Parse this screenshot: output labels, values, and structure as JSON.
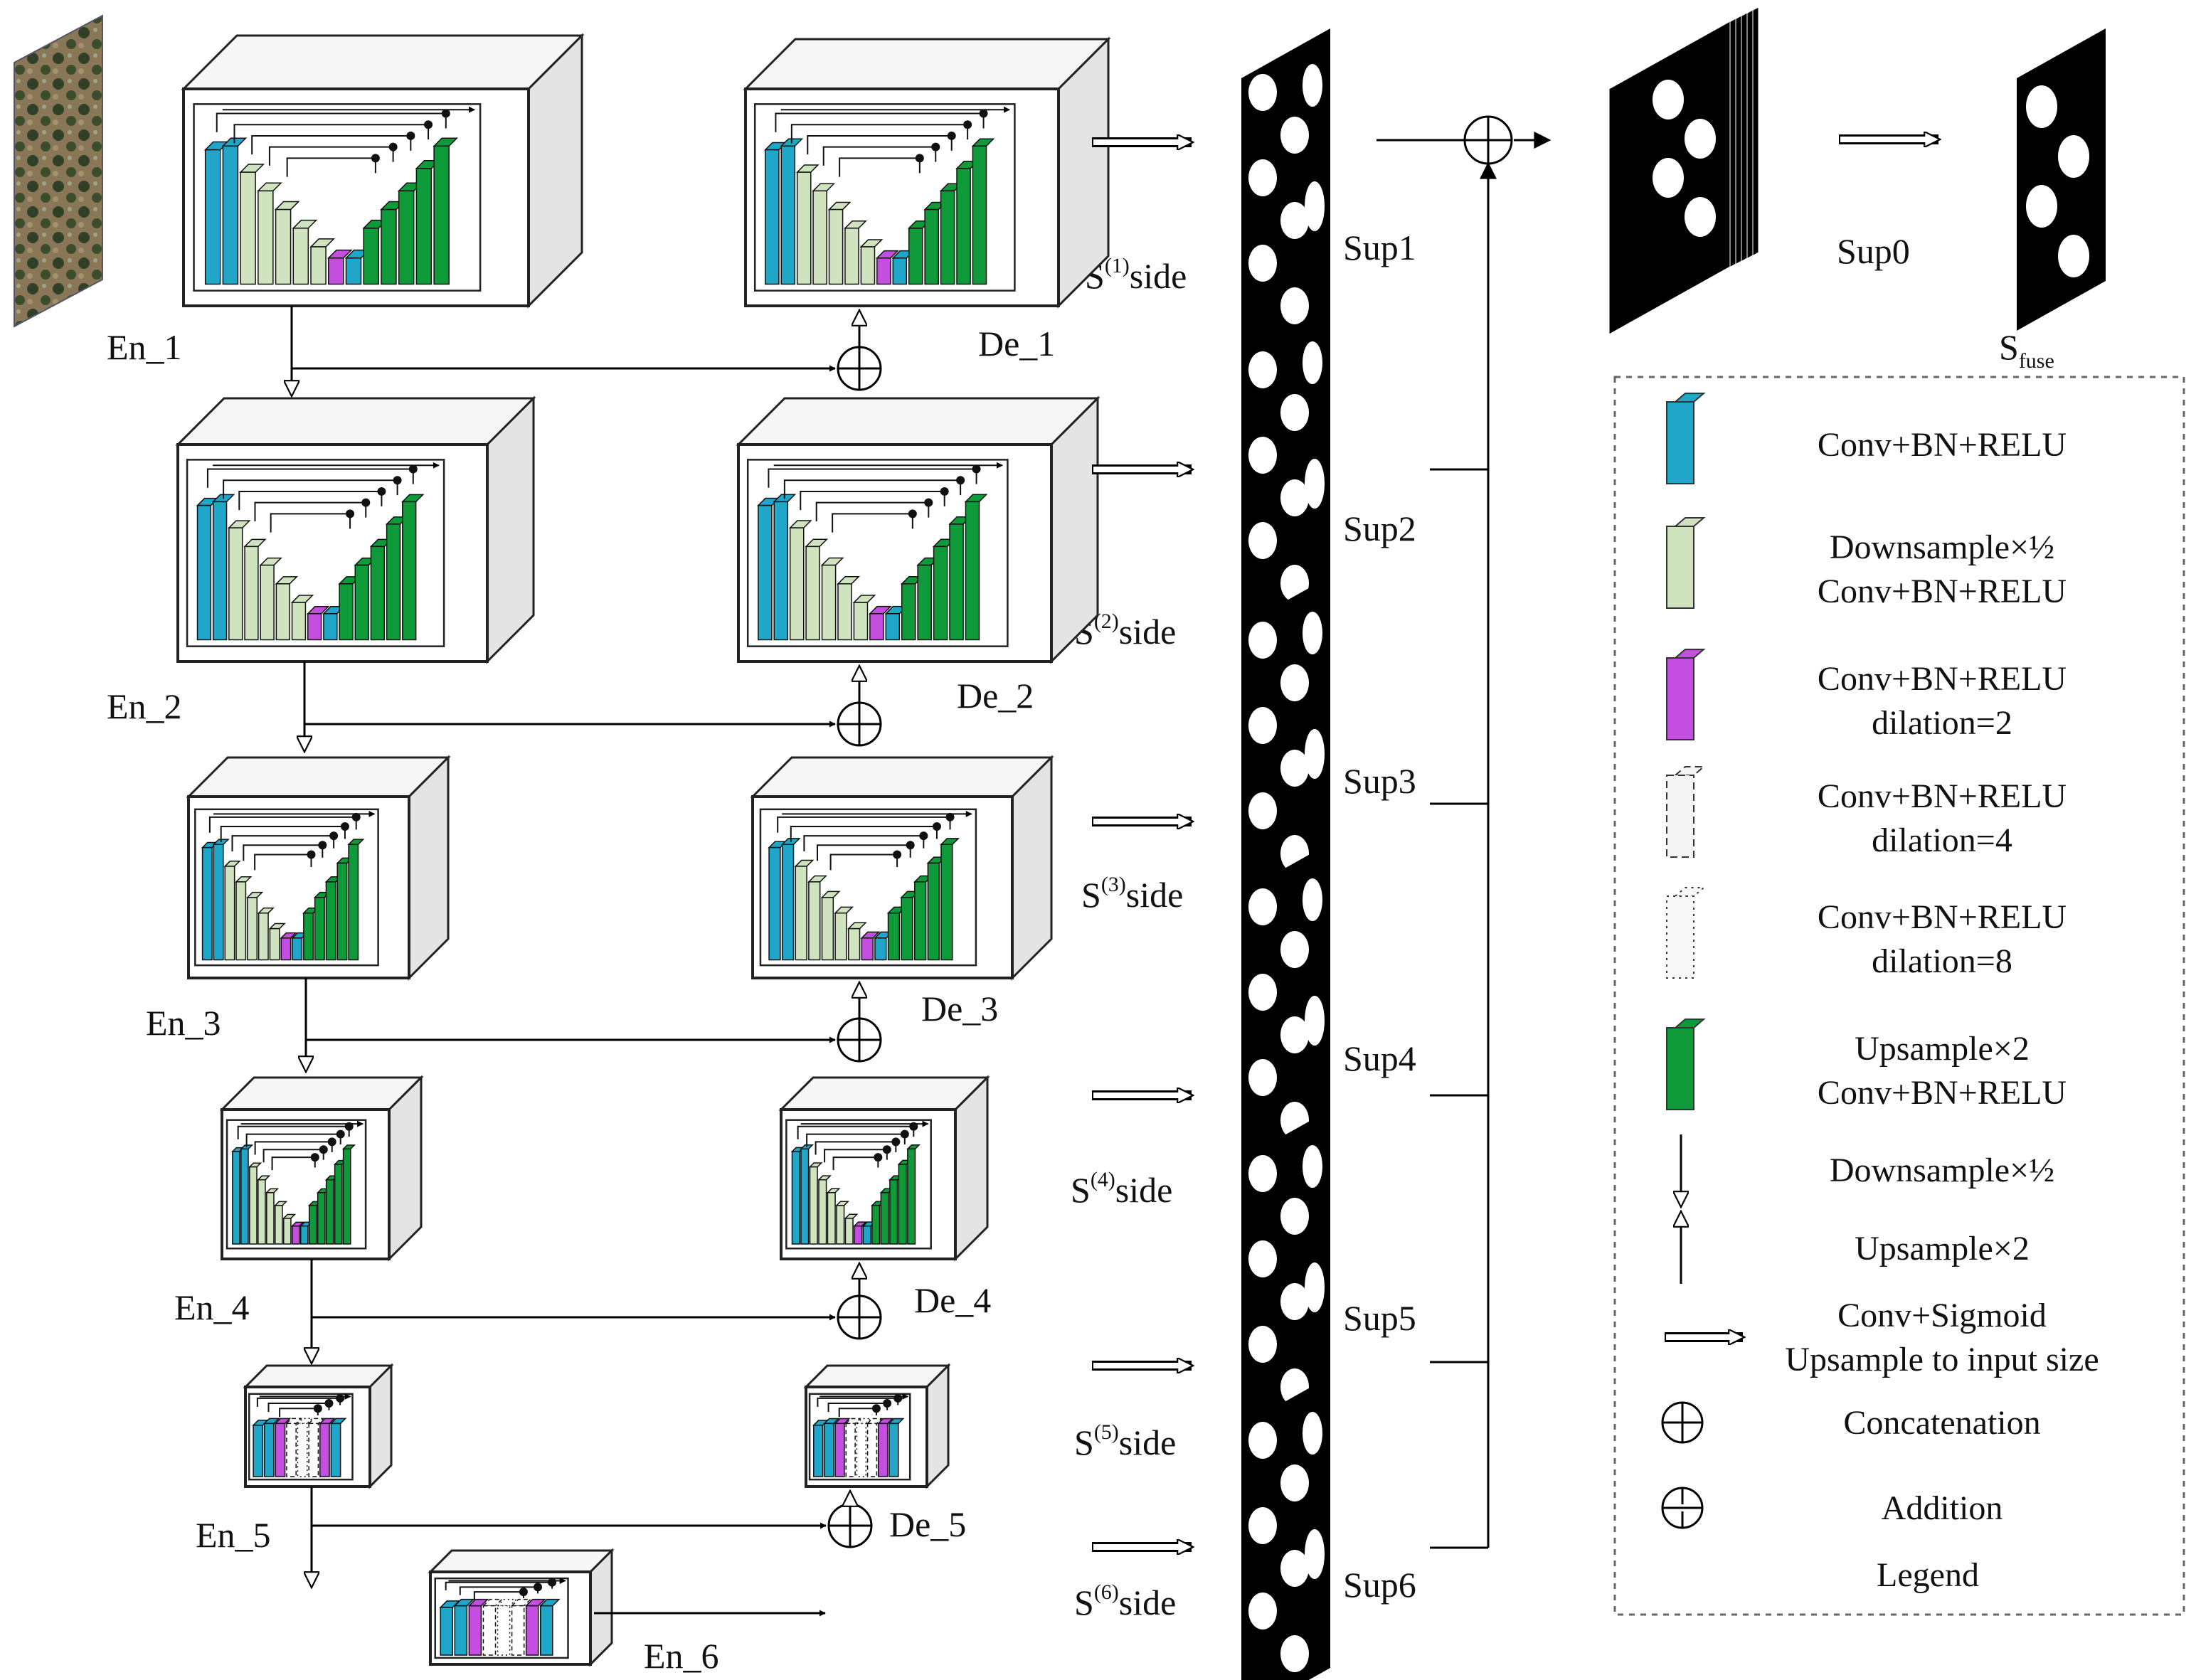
{
  "encoders": [
    {
      "label": "En_1"
    },
    {
      "label": "En_2"
    },
    {
      "label": "En_3"
    },
    {
      "label": "En_4"
    },
    {
      "label": "En_5"
    },
    {
      "label": "En_6"
    }
  ],
  "decoders": [
    {
      "label": "De_1"
    },
    {
      "label": "De_2"
    },
    {
      "label": "De_3"
    },
    {
      "label": "De_4"
    },
    {
      "label": "De_5"
    }
  ],
  "side_outputs": [
    {
      "prefix": "S",
      "index": "(1)",
      "suffix": "side"
    },
    {
      "prefix": "S",
      "index": "(2)",
      "suffix": "side"
    },
    {
      "prefix": "S",
      "index": "(3)",
      "suffix": "side"
    },
    {
      "prefix": "S",
      "index": "(4)",
      "suffix": "side"
    },
    {
      "prefix": "S",
      "index": "(5)",
      "suffix": "side"
    },
    {
      "prefix": "S",
      "index": "(6)",
      "suffix": "side"
    }
  ],
  "sups": [
    {
      "label": "Sup1"
    },
    {
      "label": "Sup2"
    },
    {
      "label": "Sup3"
    },
    {
      "label": "Sup4"
    },
    {
      "label": "Sup5"
    },
    {
      "label": "Sup6"
    }
  ],
  "fusion": {
    "sup0": "Sup0",
    "fuse_main": "S",
    "fuse_sub": "fuse"
  },
  "legend": {
    "title": "Legend",
    "items": [
      {
        "icon": "conv-block-blue-icon",
        "lines": [
          "Conv+BN+RELU"
        ]
      },
      {
        "icon": "conv-block-lightgreen-icon",
        "lines": [
          "Downsample×½",
          "Conv+BN+RELU"
        ]
      },
      {
        "icon": "conv-block-magenta-icon",
        "lines": [
          "Conv+BN+RELU",
          "dilation=2"
        ]
      },
      {
        "icon": "conv-block-dashed-icon",
        "lines": [
          "Conv+BN+RELU",
          "dilation=4"
        ]
      },
      {
        "icon": "conv-block-dotted-icon",
        "lines": [
          "Conv+BN+RELU",
          "dilation=8"
        ]
      },
      {
        "icon": "conv-block-green-icon",
        "lines": [
          "Upsample×2",
          "Conv+BN+RELU"
        ]
      },
      {
        "icon": "down-arrow-icon",
        "lines": [
          "Downsample×½"
        ]
      },
      {
        "icon": "up-arrow-icon",
        "lines": [
          "Upsample×2"
        ]
      },
      {
        "icon": "hollow-right-arrow-icon",
        "lines": [
          "Conv+Sigmoid",
          "Upsample to input size"
        ]
      },
      {
        "icon": "concatenation-icon",
        "lines": [
          "Concatenation"
        ]
      },
      {
        "icon": "addition-icon",
        "lines": [
          "Addition"
        ]
      }
    ]
  },
  "colors": {
    "blue": "#1fa6c8",
    "light_green": "#cfe3bf",
    "magenta": "#c44ee0",
    "green": "#0f9a3a",
    "box_side": "#e4e4e4"
  }
}
